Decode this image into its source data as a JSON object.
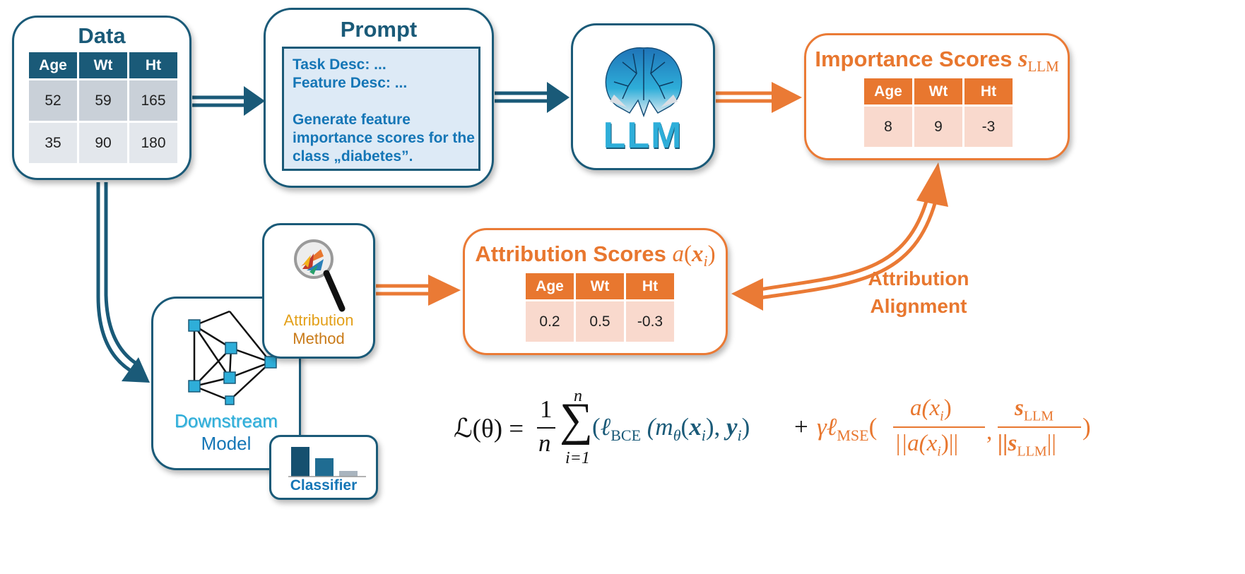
{
  "colors": {
    "blue": "#1a5a78",
    "orange": "#e8772f",
    "light_blue": "#1576b6",
    "cyan": "#2eaed9"
  },
  "data_box": {
    "title": "Data",
    "headers": [
      "Age",
      "Wt",
      "Ht"
    ],
    "rows": [
      [
        "52",
        "59",
        "165"
      ],
      [
        "35",
        "90",
        "180"
      ]
    ]
  },
  "prompt_box": {
    "title": "Prompt",
    "line1": "Task Desc: ...",
    "line2": "Feature Desc: ...",
    "line3": "Generate feature",
    "line4": "importance scores for the",
    "line5": "class „diabetes”."
  },
  "llm_box": {
    "label": "LLM",
    "icon": "brain-icon"
  },
  "importance_box": {
    "title": "Importance Scores",
    "symbol": "s",
    "subscript": "LLM",
    "headers": [
      "Age",
      "Wt",
      "Ht"
    ],
    "values": [
      "8",
      "9",
      "-3"
    ]
  },
  "attribution_box": {
    "title": "Attribution Scores",
    "symbol_a": "a",
    "symbol_x": "x",
    "symbol_i": "i",
    "headers": [
      "Age",
      "Wt",
      "Ht"
    ],
    "values": [
      "0.2",
      "0.5",
      "-0.3"
    ]
  },
  "attribution_method": {
    "line1": "Attribution",
    "line2": "Method",
    "icon": "magnifier-icon"
  },
  "downstream_model": {
    "line1": "Downstream",
    "line2": "Model",
    "icon": "neural-network-icon"
  },
  "classifier": {
    "label": "Classifier",
    "icon": "bar-chart-icon"
  },
  "alignment_label": {
    "line1": "Attribution",
    "line2": "Alignment"
  },
  "loss": {
    "lhs": "ℒ(θ) =",
    "frac_num": "1",
    "frac_den": "n",
    "sum_top": "n",
    "sum_bottom": "i=1",
    "bce_open": "(",
    "ell": "ℓ",
    "bce_sub": "BCE",
    "bce_arg": "(m",
    "theta_sub": "θ",
    "bce_x": "x",
    "bce_i": "i",
    "bce_mid": "),",
    "bce_y": "y",
    "bce_i2": "i",
    "bce_close": ")",
    "plus": "+",
    "gamma": "γ",
    "mse_sub": "MSE",
    "mse_open": "(",
    "f1_num": "a(x",
    "f1_num_sub": "i",
    "f1_num_close": ")",
    "f1_den": "||a(x",
    "f1_den_sub": "i",
    "f1_den_close": ")||",
    "comma": ",",
    "f2_num": "s",
    "f2_num_sub": "LLM",
    "f2_den": "||s",
    "f2_den_sub": "LLM",
    "f2_den_close": "||",
    "close": ")"
  }
}
